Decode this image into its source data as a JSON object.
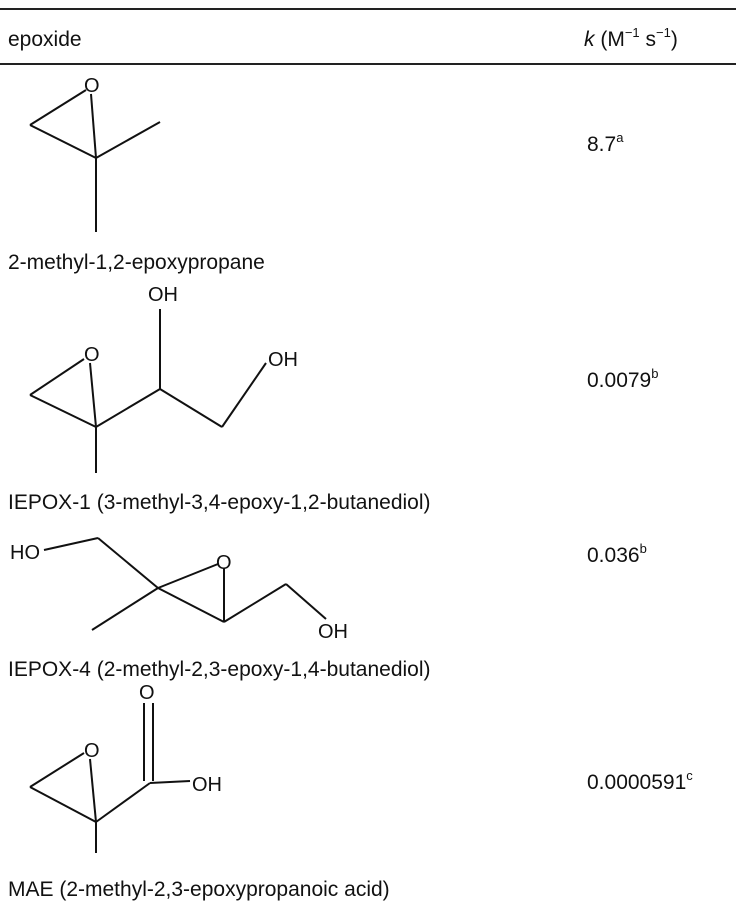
{
  "table": {
    "headers": {
      "epoxide": "epoxide",
      "k_symbol": "k",
      "k_units_open": " (M",
      "k_units_exp1": "−1",
      "k_units_mid": " s",
      "k_units_exp2": "−1",
      "k_units_close": ")"
    },
    "rows": [
      {
        "name": "2-methyl-1,2-epoxypropane",
        "k_value": "8.7",
        "k_note": "a",
        "atoms": [
          "O"
        ]
      },
      {
        "name": "IEPOX-1 (3-methyl-3,4-epoxy-1,2-butanediol)",
        "k_value": "0.0079",
        "k_note": "b",
        "atoms": [
          "O",
          "OH",
          "OH"
        ]
      },
      {
        "name": "IEPOX-4 (2-methyl-2,3-epoxy-1,4-butanediol)",
        "k_value": "0.036",
        "k_note": "b",
        "atoms": [
          "HO",
          "O",
          "OH"
        ]
      },
      {
        "name": "MAE (2-methyl-2,3-epoxypropanoic acid)",
        "k_value": "0.0000591",
        "k_note": "c",
        "atoms": [
          "O",
          "O",
          "OH"
        ]
      }
    ]
  }
}
